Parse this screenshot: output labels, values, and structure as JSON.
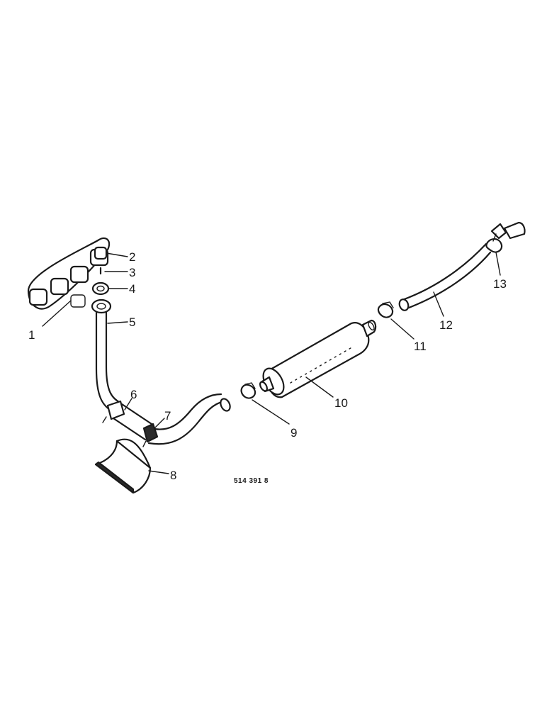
{
  "diagram": {
    "reference_code": "514 391 8",
    "callouts": [
      {
        "id": "1",
        "label": "1"
      },
      {
        "id": "2",
        "label": "2"
      },
      {
        "id": "3",
        "label": "3"
      },
      {
        "id": "4",
        "label": "4"
      },
      {
        "id": "5",
        "label": "5"
      },
      {
        "id": "6",
        "label": "6"
      },
      {
        "id": "7",
        "label": "7"
      },
      {
        "id": "8",
        "label": "8"
      },
      {
        "id": "9",
        "label": "9"
      },
      {
        "id": "10",
        "label": "10"
      },
      {
        "id": "11",
        "label": "11"
      },
      {
        "id": "12",
        "label": "12"
      },
      {
        "id": "13",
        "label": "13"
      }
    ],
    "colors": {
      "ink": "#1a1a1a",
      "paper": "#ffffff"
    }
  }
}
